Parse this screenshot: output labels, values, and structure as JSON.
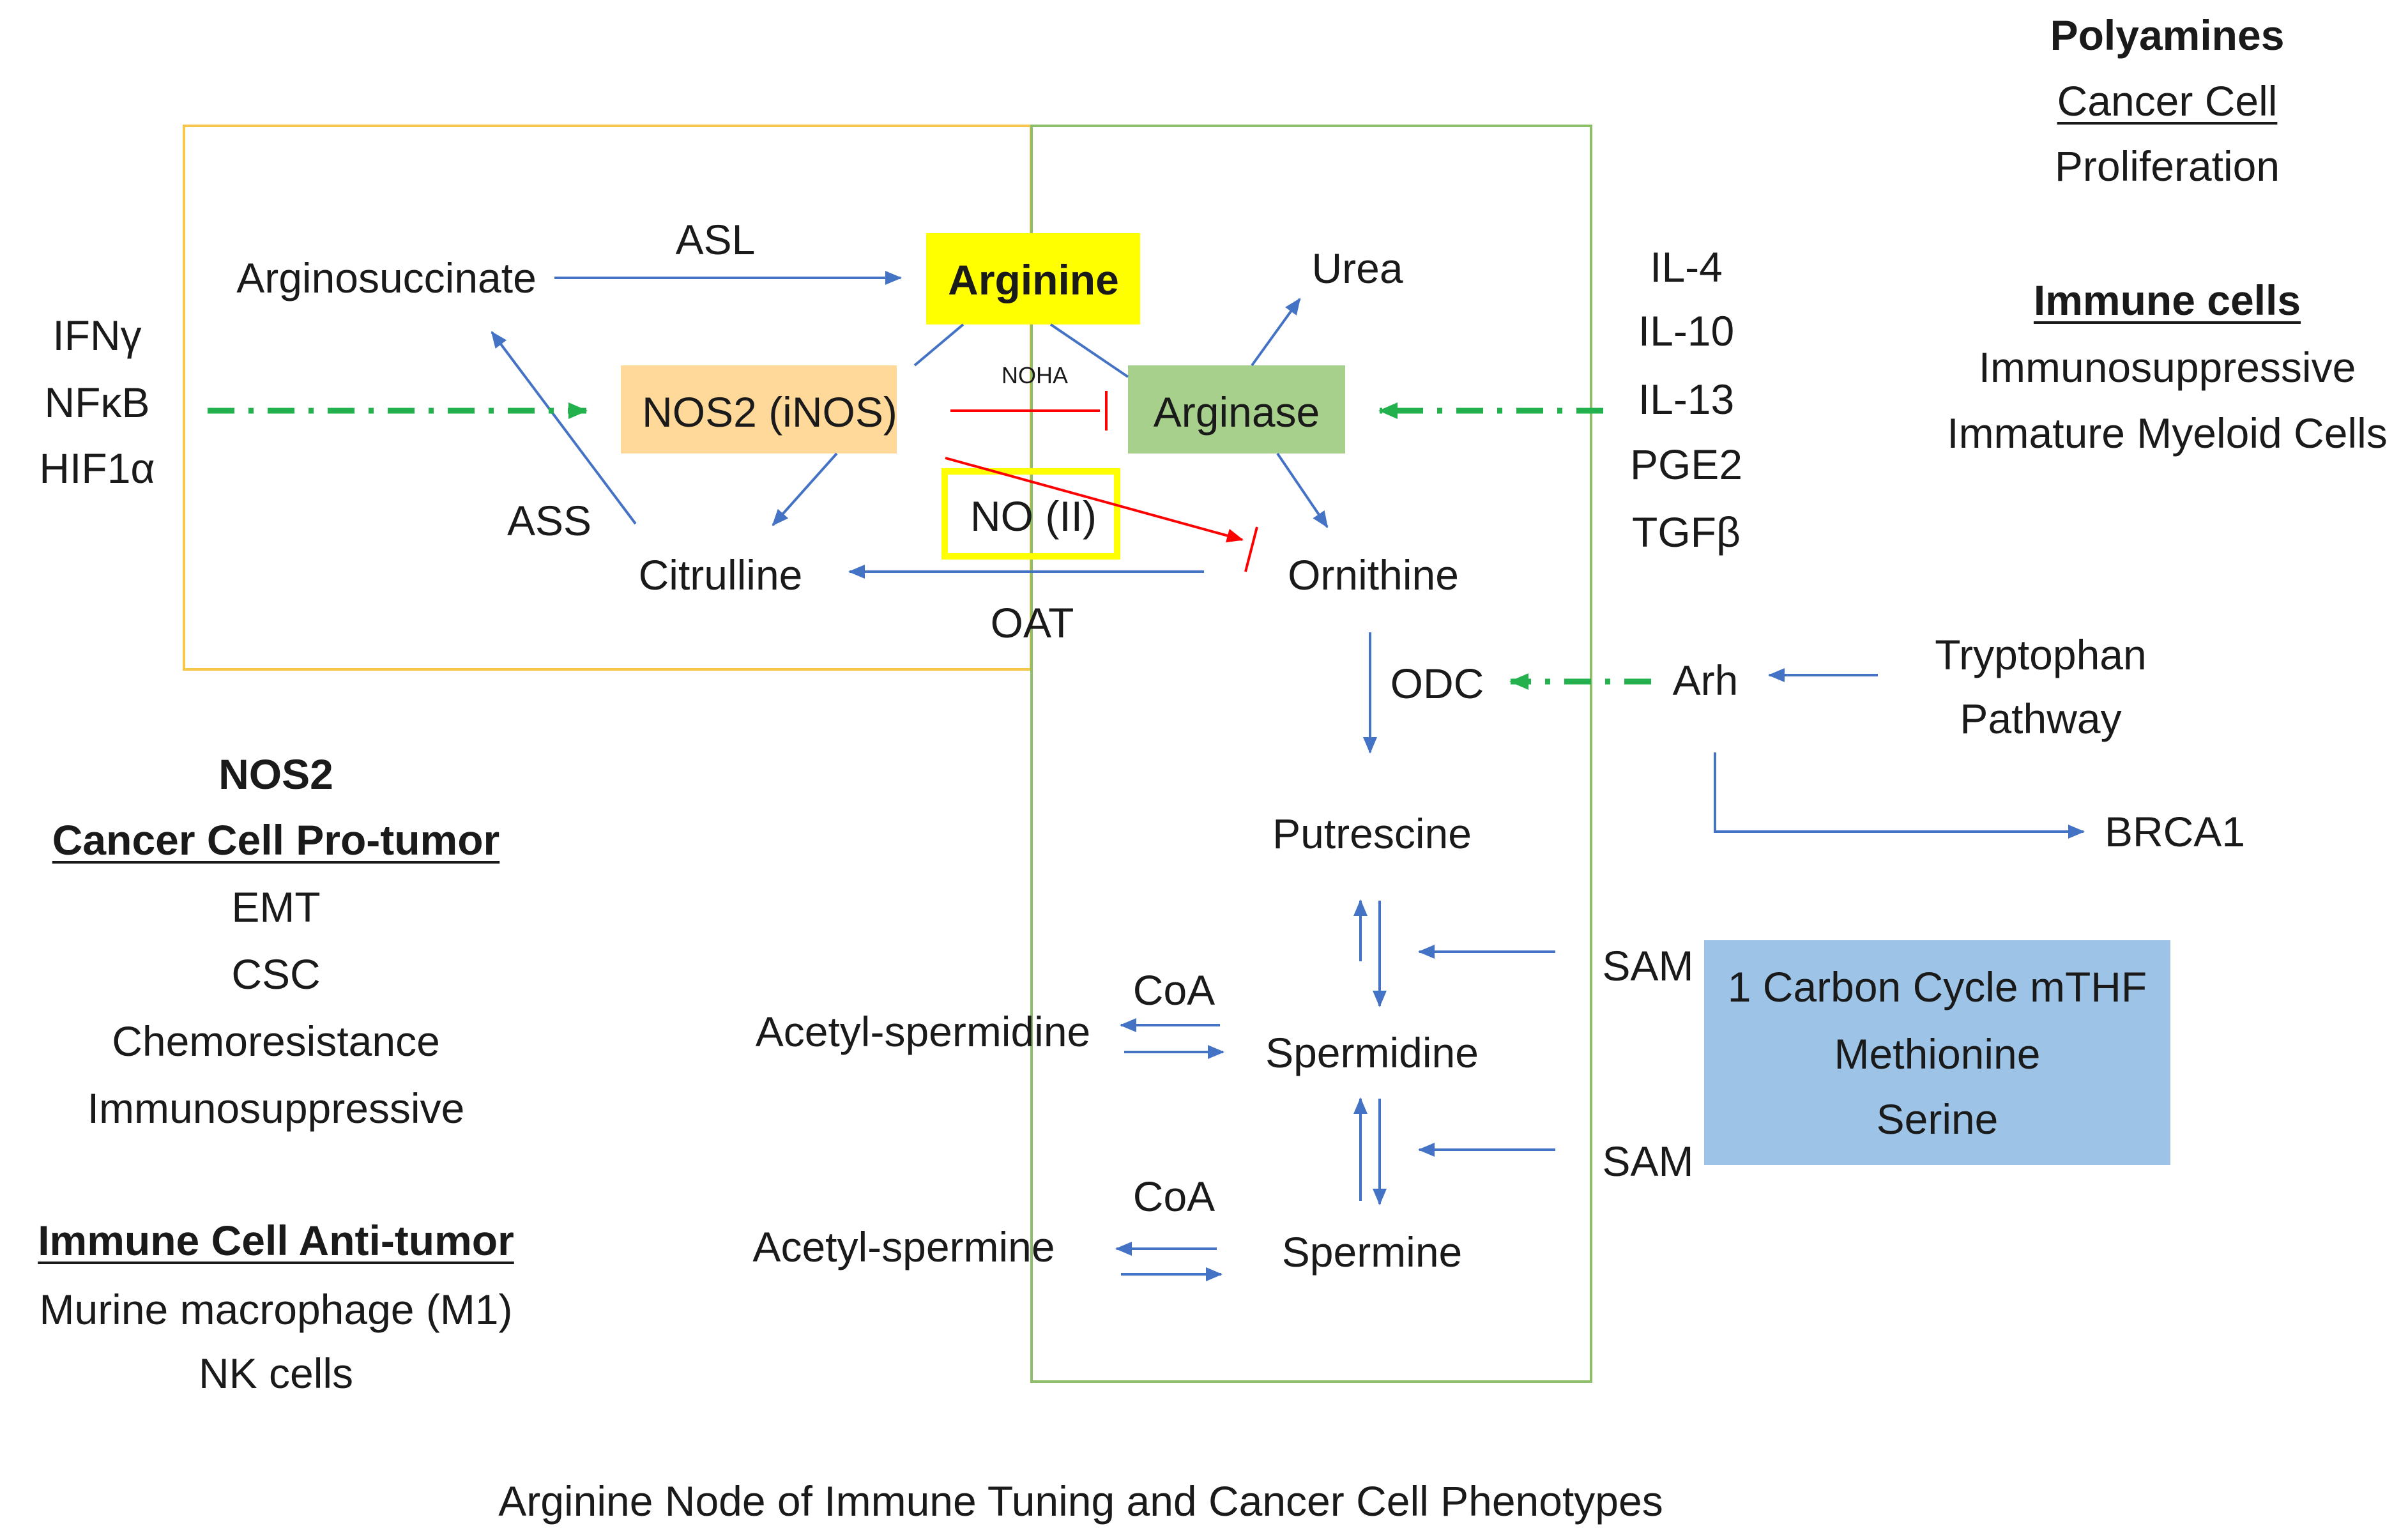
{
  "colors": {
    "orange_frame": "#f5c64a",
    "green_frame": "#8dbf6b",
    "arginine_fill": "#ffff00",
    "nos2_fill": "#ffd99a",
    "arginase_fill": "#a8d08d",
    "no_frame": "#ffff00",
    "carbon_fill": "#9dc3e6",
    "blue_arrow": "#4472c4",
    "red_arrow": "#ff0000",
    "green_dashed": "#22b14c"
  },
  "nodes": {
    "arginosuccinate": "Arginosuccinate",
    "asl": "ASL",
    "arginine": "Arginine",
    "urea": "Urea",
    "nos2": "NOS2 (iNOS)",
    "noha": "NOHA",
    "arginase": "Arginase",
    "no": "NO (II)",
    "ass": "ASS",
    "citrulline": "Citrulline",
    "ornithine": "Ornithine",
    "oat": "OAT",
    "odc": "ODC",
    "arh": "Arh",
    "putrescine": "Putrescine",
    "brca1": "BRCA1",
    "spermidine": "Spermidine",
    "spermine": "Spermine",
    "acetyl_spermidine": "Acetyl-spermidine",
    "acetyl_spermine": "Acetyl-spermine",
    "coa_1": "CoA",
    "coa_2": "CoA",
    "sam_1": "SAM",
    "sam_2": "SAM"
  },
  "left_inducers": [
    "IFNγ",
    "NFκB",
    "HIF1α"
  ],
  "right_inducers": [
    "IL-4",
    "IL-10",
    "IL-13",
    "PGE2",
    "TGFβ"
  ],
  "tryptophan": [
    "Tryptophan",
    "Pathway"
  ],
  "carbon_cycle": [
    "1 Carbon Cycle mTHF",
    "Methionine",
    "Serine"
  ],
  "polyamines_panel": {
    "title": "Polyamines",
    "cancer_heading": "Cancer Cell",
    "cancer_items": [
      "Proliferation"
    ],
    "immune_heading": "Immune cells",
    "immune_items": [
      "Immunosuppressive",
      "Immature Myeloid Cells"
    ]
  },
  "nos2_panel": {
    "title": "NOS2",
    "cancer_heading": "Cancer Cell Pro-tumor",
    "cancer_items": [
      "EMT",
      "CSC",
      "Chemoresistance",
      "Immunosuppressive"
    ],
    "immune_heading": "Immune Cell Anti-tumor",
    "immune_items": [
      "Murine macrophage (M1)",
      "NK cells"
    ]
  },
  "caption": "Arginine Node of Immune Tuning and Cancer Cell Phenotypes"
}
